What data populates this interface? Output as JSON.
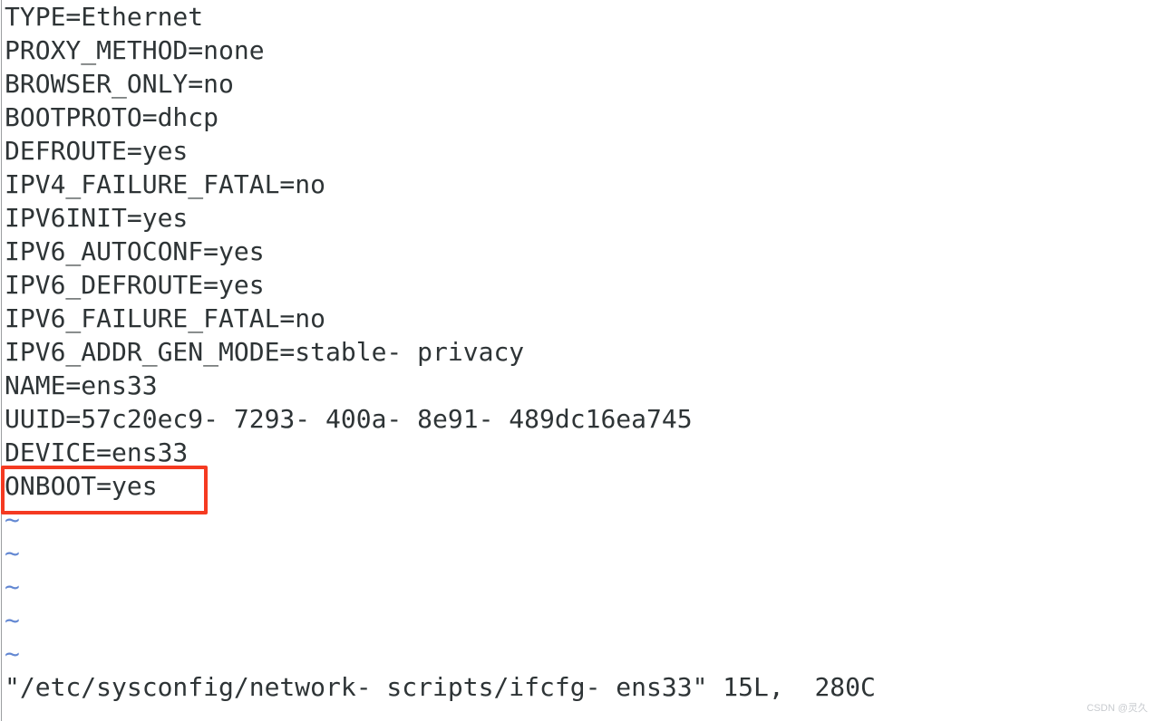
{
  "window": {
    "description": "vim terminal window showing network interface config file",
    "colors": {
      "background": "#ffffff",
      "text": "#2e3436",
      "tilde": "#6287d2",
      "highlight_border": "#f53a21",
      "left_border": "#9c9ea0",
      "watermark": "#c9ccd0"
    }
  },
  "editor": {
    "lines": [
      "TYPE=Ethernet",
      "PROXY_METHOD=none",
      "BROWSER_ONLY=no",
      "BOOTPROTO=dhcp",
      "DEFROUTE=yes",
      "IPV4_FAILURE_FATAL=no",
      "IPV6INIT=yes",
      "IPV6_AUTOCONF=yes",
      "IPV6_DEFROUTE=yes",
      "IPV6_FAILURE_FATAL=no",
      "IPV6_ADDR_GEN_MODE=stable- privacy",
      "NAME=ens33",
      "UUID=57c20ec9- 7293- 400a- 8e91- 489dc16ea745",
      "DEVICE=ens33",
      "ONBOOT=yes"
    ],
    "highlighted_line": "ONBOOT=yes",
    "highlighted_line_number": 15,
    "tilde": "~",
    "tilde_count": 5,
    "status_line": "\"/etc/sysconfig/network- scripts/ifcfg- ens33\" 15L,  280C",
    "file_path": "/etc/sysconfig/network- scripts/ifcfg- ens33",
    "line_count_label": "15L",
    "char_count_label": "280C"
  },
  "watermark": {
    "text": "CSDN @灵久"
  }
}
